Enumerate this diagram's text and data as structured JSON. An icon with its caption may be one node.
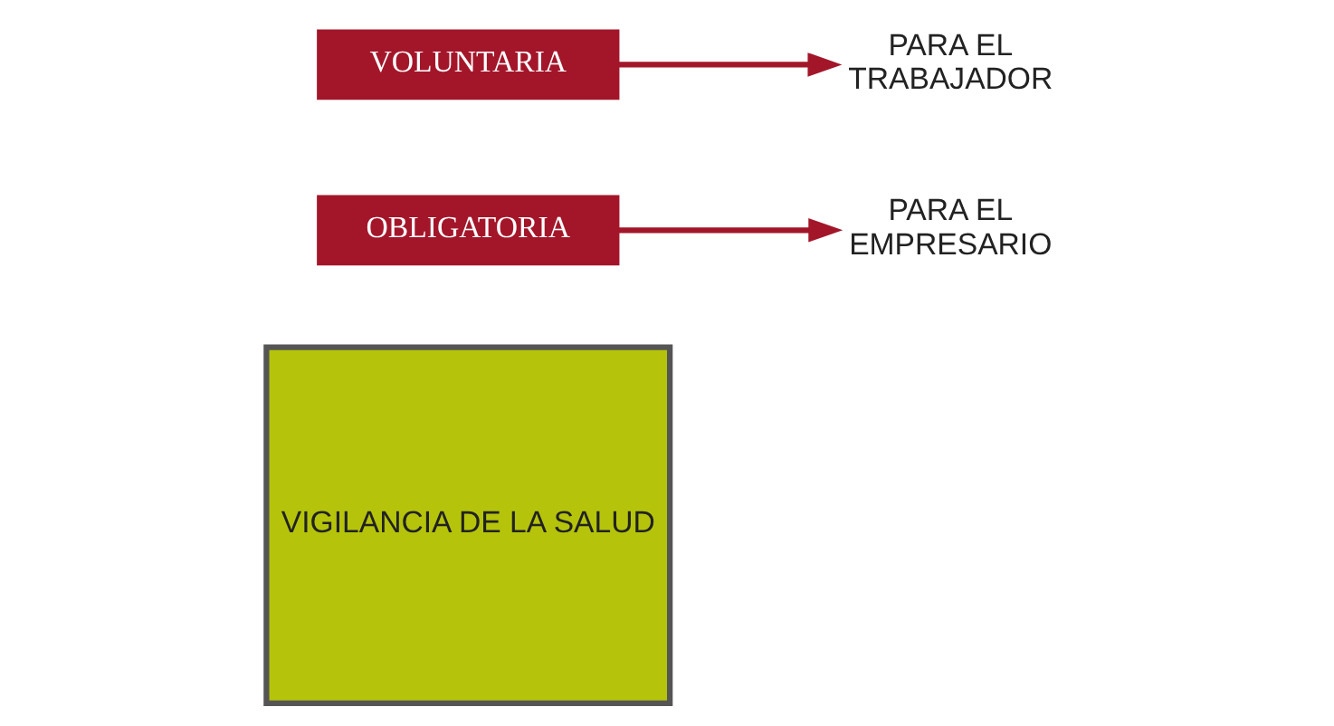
{
  "diagram": {
    "nodes": [
      {
        "text": [
          "VIGILANCIA DE LA SALUD"
        ]
      },
      {
        "text": [
          "OBLIGATORIA"
        ]
      },
      {
        "text": [
          "PARA EL EMPRESARIO"
        ]
      },
      {
        "text": [
          "VOLUNTARIA"
        ]
      },
      {
        "text": [
          "PARA EL TRABAJADOR"
        ]
      }
    ],
    "edges": [
      {
        "from": 1,
        "to": 2,
        "arrow": "to"
      },
      {
        "from": 3,
        "to": 4,
        "arrow": "to"
      }
    ]
  }
}
